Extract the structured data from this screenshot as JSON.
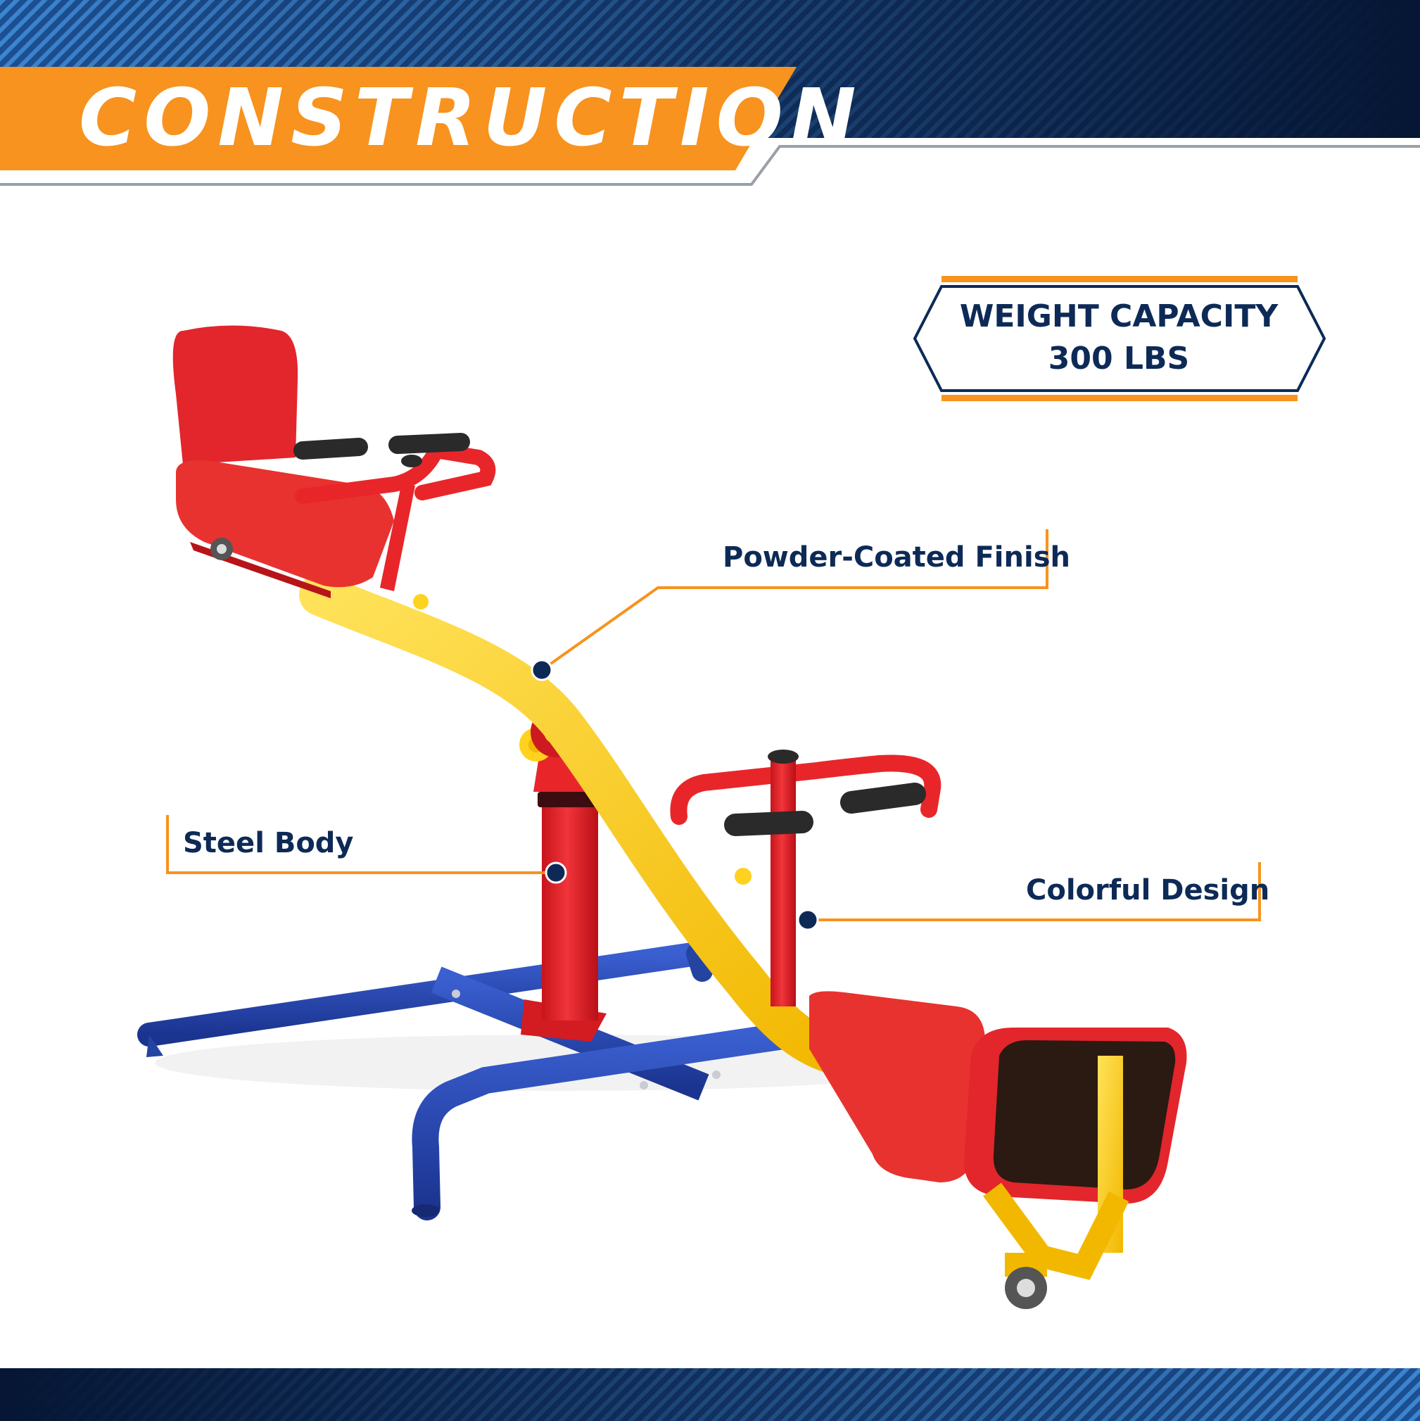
{
  "header": {
    "title": "CONSTRUCTION"
  },
  "badge": {
    "line1": "WEIGHT CAPACITY",
    "line2": "300 LBS"
  },
  "callouts": [
    {
      "label": "Powder-Coated Finish"
    },
    {
      "label": "Steel Body"
    },
    {
      "label": "Colorful Design"
    }
  ],
  "colors": {
    "navy": "#0d2a57",
    "orange": "#f7931e",
    "stripe_blue": "#2f6fb8",
    "frame_yellow": "#ffd21f",
    "seat_red": "#e8262a",
    "base_blue": "#2344a0"
  }
}
